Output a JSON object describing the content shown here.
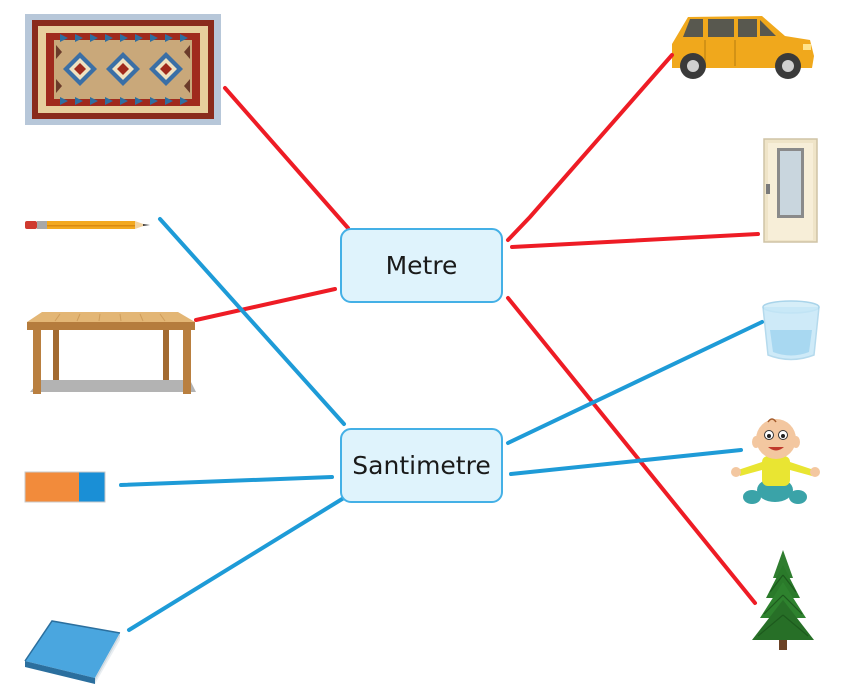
{
  "labels": {
    "metre": "Metre",
    "santimetre": "Santimetre"
  },
  "items": {
    "left": [
      "rug",
      "pencil",
      "table",
      "eraser",
      "book"
    ],
    "right": [
      "car",
      "door",
      "glass",
      "baby-toy",
      "pine-tree"
    ]
  },
  "connections": [
    {
      "from": "rug",
      "to": "Metre",
      "color": "red"
    },
    {
      "from": "table",
      "to": "Metre",
      "color": "red"
    },
    {
      "from": "car",
      "to": "Metre",
      "color": "red"
    },
    {
      "from": "door",
      "to": "Metre",
      "color": "red"
    },
    {
      "from": "pine-tree",
      "to": "Metre",
      "color": "red"
    },
    {
      "from": "pencil",
      "to": "Santimetre",
      "color": "blue"
    },
    {
      "from": "eraser",
      "to": "Santimetre",
      "color": "blue"
    },
    {
      "from": "book",
      "to": "Santimetre",
      "color": "blue"
    },
    {
      "from": "glass",
      "to": "Santimetre",
      "color": "blue"
    },
    {
      "from": "baby-toy",
      "to": "Santimetre",
      "color": "blue"
    }
  ],
  "colors": {
    "red_line": "#ee1c25",
    "blue_line": "#1e9bd7",
    "box_fill": "#dff3fc",
    "box_border": "#44b0e6"
  }
}
